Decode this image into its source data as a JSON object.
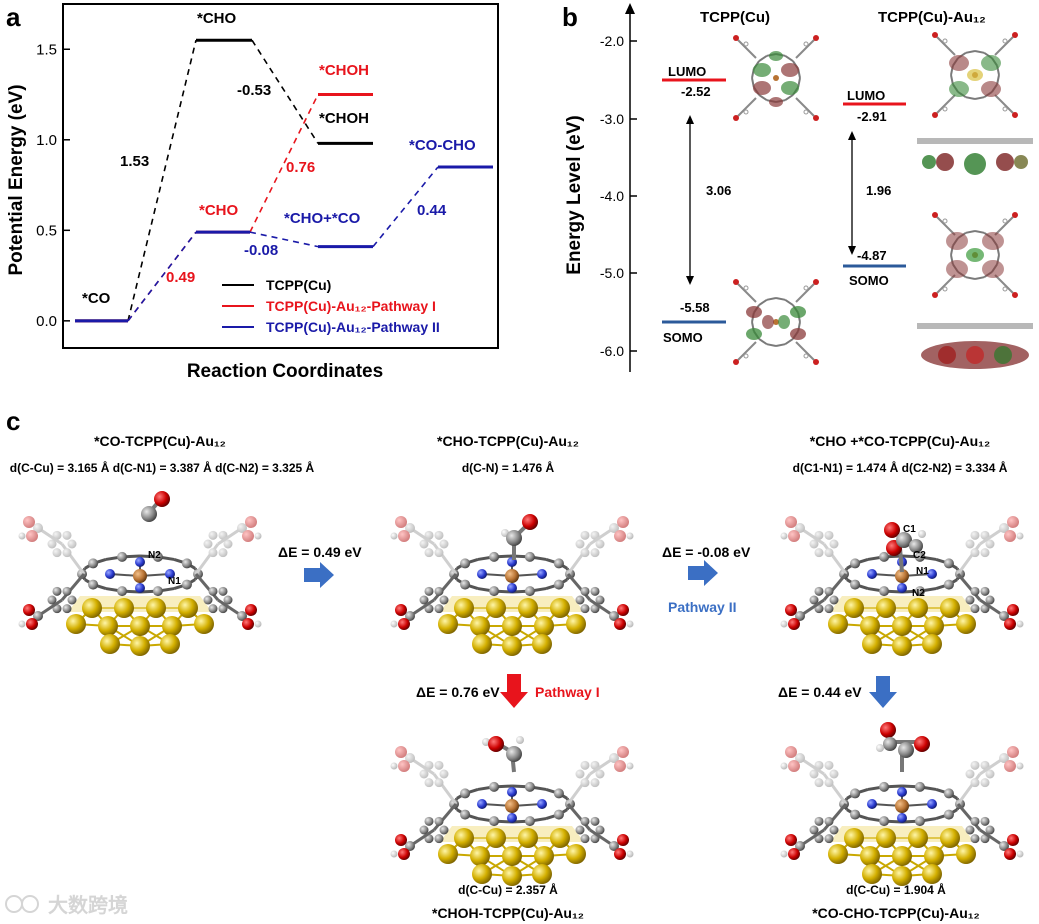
{
  "panel_a": {
    "label": "a",
    "ylabel": "Potential Energy (eV)",
    "xlabel": "Reaction Coordinates",
    "yticks": [
      "0.0",
      "0.5",
      "1.0",
      "1.5"
    ],
    "states": {
      "co": "*CO",
      "cho_black": "*CHO",
      "choh_black": "*CHOH",
      "choh_red": "*CHOH",
      "cho_red": "*CHO",
      "cho_co_blue": "*CHO+*CO",
      "co_cho_blue": "*CO-CHO"
    },
    "barriers": {
      "b1_black": "1.53",
      "b2_black": "-0.53",
      "b1_red": "0.49",
      "b2_red": "0.76",
      "b2_blue": "-0.08",
      "b3_blue": "0.44"
    },
    "legend": [
      {
        "label": "TCPP(Cu)",
        "color": "#000000"
      },
      {
        "label": "TCPP(Cu)-Au₁₂-Pathway I",
        "color": "#e8141c"
      },
      {
        "label": "TCPP(Cu)-Au₁₂-Pathway II",
        "color": "#1a1aa8"
      }
    ]
  },
  "chart_data": {
    "type": "line",
    "title": "",
    "xlabel": "Reaction Coordinates",
    "ylabel": "Potential Energy (eV)",
    "ylim": [
      -0.15,
      1.75
    ],
    "series": [
      {
        "name": "TCPP(Cu)",
        "color": "#000000",
        "points": [
          [
            "*CO",
            0.0
          ],
          [
            "*CHO",
            1.55
          ],
          [
            "*CHOH",
            0.98
          ]
        ]
      },
      {
        "name": "TCPP(Cu)-Au12-Pathway I",
        "color": "#e8141c",
        "points": [
          [
            "*CO",
            0.0
          ],
          [
            "*CHO",
            0.49
          ],
          [
            "*CHOH",
            1.25
          ]
        ]
      },
      {
        "name": "TCPP(Cu)-Au12-Pathway II",
        "color": "#1a1aa8",
        "points": [
          [
            "*CO",
            0.0
          ],
          [
            "*CHO",
            0.49
          ],
          [
            "*CHO+*CO",
            0.41
          ],
          [
            "*CO-CHO",
            0.85
          ]
        ]
      }
    ]
  },
  "panel_b": {
    "label": "b",
    "ylabel": "Energy Level (eV)",
    "yticks": [
      "-2.0",
      "-3.0",
      "-4.0",
      "-5.0",
      "-6.0"
    ],
    "col1_title": "TCPP(Cu)",
    "col2_title": "TCPP(Cu)-Au₁₂",
    "lumo_label": "LUMO",
    "somo_label": "SOMO",
    "lumo1": "-2.52",
    "somo1": "-5.58",
    "gap1": "3.06",
    "lumo2": "-2.91",
    "somo2": "-4.87",
    "gap2": "1.96"
  },
  "panel_c": {
    "label": "c",
    "s1_title": "*CO-TCPP(Cu)-Au₁₂",
    "s1_dist": "d(C-Cu) = 3.165 Å   d(C-N1) = 3.387 Å   d(C-N2) = 3.325 Å",
    "s2_title": "*CHO-TCPP(Cu)-Au₁₂",
    "s2_dist": "d(C-N) = 1.476 Å",
    "s3_title": "*CHO +*CO-TCPP(Cu)-Au₁₂",
    "s3_dist": "d(C1-N1) = 1.474 Å   d(C2-N2) = 3.334 Å",
    "s4_dist": "d(C-Cu) = 2.357 Å",
    "s4_title": "*CHOH-TCPP(Cu)-Au₁₂",
    "s5_dist": "d(C-Cu) = 1.904 Å",
    "s5_title": "*CO-CHO-TCPP(Cu)-Au₁₂",
    "step1": "ΔE = 0.49 eV",
    "step2": "ΔE = -0.08 eV",
    "step2_path": "Pathway II",
    "step3": "ΔE = 0.76 eV",
    "step3_path": "Pathway I",
    "step4": "ΔE = 0.44 eV",
    "atoms": {
      "n1": "N1",
      "n2": "N2",
      "c1": "C1",
      "c2": "C2"
    }
  },
  "watermark": "大数跨境",
  "colors": {
    "black": "#000000",
    "red": "#e8141c",
    "blue": "#1a1aa8",
    "arrow_blue": "#3b6fc4",
    "au": "#d4b000",
    "cu": "#b87333"
  }
}
